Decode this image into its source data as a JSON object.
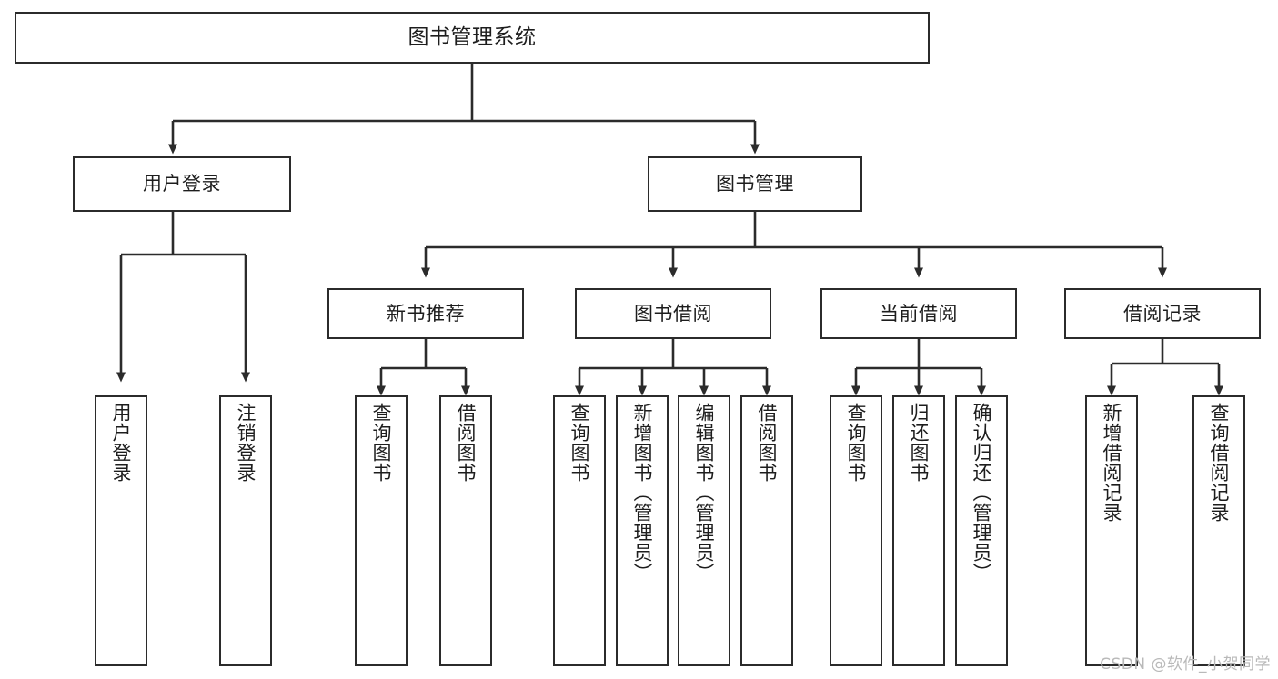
{
  "diagram": {
    "title": "图书管理系统",
    "type": "tree",
    "watermark": "CSDN @软件_小贺同学",
    "colors": {
      "background": "#ffffff",
      "border": "#2b2b2b",
      "text": "#1d1d1d",
      "connector": "#2b2b2b",
      "watermark": "#b9b9b9"
    },
    "nodes": {
      "root": {
        "label": "图书管理系统"
      },
      "level2": [
        {
          "label": "用户登录"
        },
        {
          "label": "图书管理"
        }
      ],
      "level3": [
        {
          "label": "新书推荐"
        },
        {
          "label": "图书借阅"
        },
        {
          "label": "当前借阅"
        },
        {
          "label": "借阅记录"
        }
      ],
      "leaves": {
        "user_login": [
          {
            "label": "用户登录"
          },
          {
            "label": "注销登录"
          }
        ],
        "new_book_recommend": [
          {
            "label": "查询图书"
          },
          {
            "label": "借阅图书"
          }
        ],
        "book_borrow": [
          {
            "label": "查询图书"
          },
          {
            "label": "新增图书（管理员）"
          },
          {
            "label": "编辑图书（管理员）"
          },
          {
            "label": "借阅图书"
          }
        ],
        "current_borrow": [
          {
            "label": "查询图书"
          },
          {
            "label": "归还图书"
          },
          {
            "label": "确认归还（管理员）"
          }
        ],
        "borrow_record": [
          {
            "label": "新增借阅记录"
          },
          {
            "label": "查询借阅记录"
          }
        ]
      }
    }
  }
}
